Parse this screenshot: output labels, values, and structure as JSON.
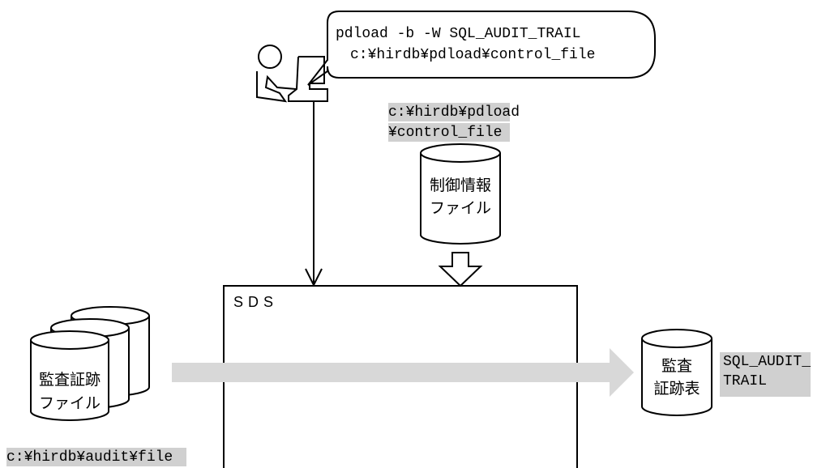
{
  "command": {
    "line1": "pdload -b -W SQL_AUDIT_TRAIL",
    "line2": "c:¥hirdb¥pdload¥control_file"
  },
  "control_file": {
    "path_line1": "c:¥hirdb¥pdload",
    "path_line2": "¥control_file",
    "label_line1": "制御情報",
    "label_line2": "ファイル"
  },
  "server": {
    "label": "SDS"
  },
  "audit_file": {
    "label_line1": "監査証跡",
    "label_line2": "ファイル",
    "path": "c:¥hirdb¥audit¥file"
  },
  "audit_table": {
    "label_line1": "監査",
    "label_line2": "証跡表",
    "name_line1": "SQL_AUDIT_",
    "name_line2": "TRAIL"
  },
  "colors": {
    "highlight": "#d0d0d0",
    "flow_arrow": "#d8d8d8",
    "stroke": "#000000"
  }
}
